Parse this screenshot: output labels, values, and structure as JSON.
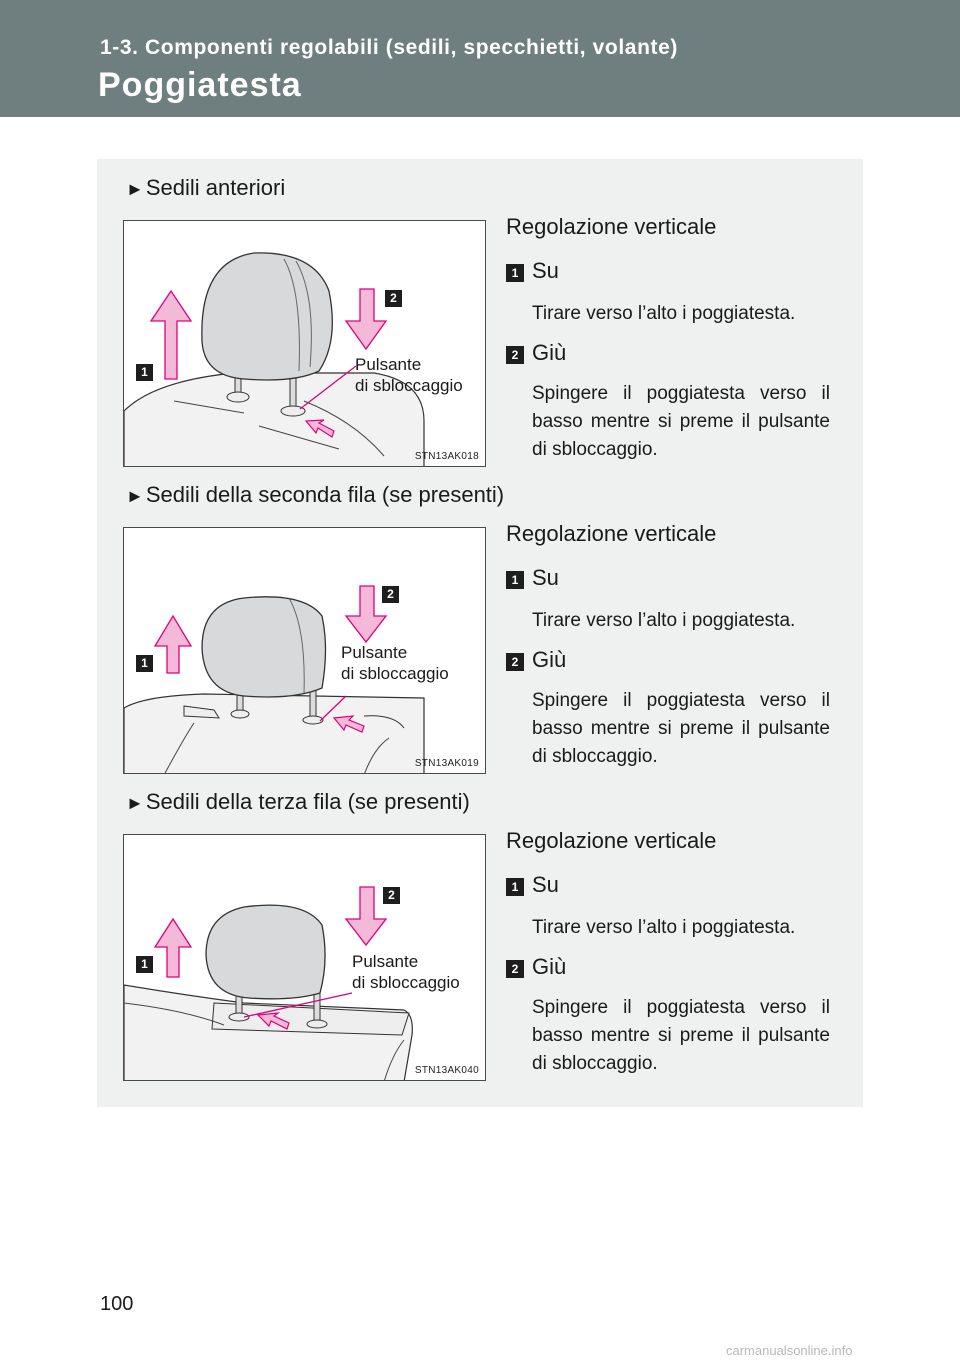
{
  "header": {
    "chapter": "1-3. Componenti regolabili (sedili, specchietti, volante)",
    "title": "Poggiatesta"
  },
  "sections": [
    {
      "heading": "Sedili anteriori",
      "figure_code": "STN13AK018",
      "callout": [
        "Pulsante",
        "di sbloccaggio"
      ],
      "reg_title": "Regolazione verticale",
      "steps": [
        {
          "num": "1",
          "label": "Su",
          "desc": "Tirare verso l’alto i poggiatesta."
        },
        {
          "num": "2",
          "label": "Giù",
          "desc": "Spingere il poggiatesta verso il basso mentre si preme il pulsante di sbloccaggio."
        }
      ]
    },
    {
      "heading": "Sedili della seconda fila (se presenti)",
      "figure_code": "STN13AK019",
      "callout": [
        "Pulsante",
        "di sbloccaggio"
      ],
      "reg_title": "Regolazione verticale",
      "steps": [
        {
          "num": "1",
          "label": "Su",
          "desc": "Tirare verso l’alto i poggiatesta."
        },
        {
          "num": "2",
          "label": "Giù",
          "desc": "Spingere il poggiatesta verso il basso mentre si preme il pulsante di sbloccaggio."
        }
      ]
    },
    {
      "heading": "Sedili della terza fila (se presenti)",
      "figure_code": "STN13AK040",
      "callout": [
        "Pulsante",
        "di sbloccaggio"
      ],
      "reg_title": "Regolazione verticale",
      "steps": [
        {
          "num": "1",
          "label": "Su",
          "desc": "Tirare verso l’alto i poggiatesta."
        },
        {
          "num": "2",
          "label": "Giù",
          "desc": "Spingere il poggiatesta verso il basso mentre si preme il pulsante di sbloccaggio."
        }
      ]
    }
  ],
  "page_number": "100",
  "watermark": "carmanualsonline.info",
  "colors": {
    "header_bg": "#6f7e7e",
    "content_bg": "#eff0f0",
    "arrow_fill": "#f4b9d9",
    "arrow_stroke": "#e0007a",
    "badge": "#1e1e1e"
  },
  "icons": {
    "bullet": "right-pointing-triangle",
    "arrow_up": "pink-up-arrow",
    "arrow_down": "pink-down-arrow"
  }
}
